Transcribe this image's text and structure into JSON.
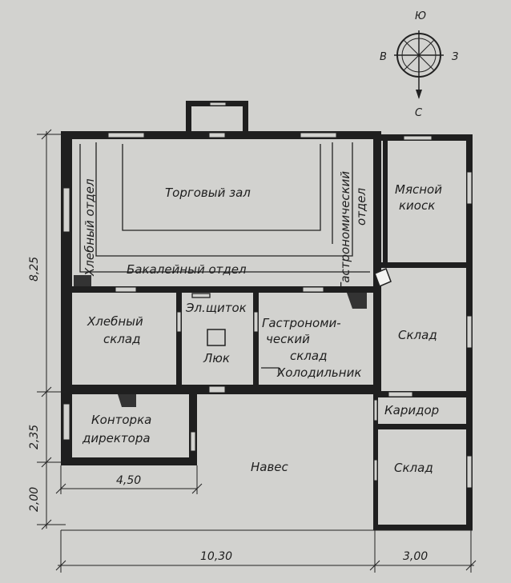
{
  "compass": {
    "north": "С",
    "south": "Ю",
    "west": "В",
    "east": "З"
  },
  "rooms": {
    "trading_hall": "Торговый зал",
    "bread_dept": "Хлебный отдел",
    "grocery_dept": "Бакалейный отдел",
    "gastro_dept_line1": "Гастрономический",
    "gastro_dept_line2": "отдел",
    "meat_kiosk_line1": "Мясной",
    "meat_kiosk_line2": "киоск",
    "bread_storage_line1": "Хлебный",
    "bread_storage_line2": "склад",
    "el_panel": "Эл.щиток",
    "hatch": "Люк",
    "gastro_storage_line1": "Гастрономи-",
    "gastro_storage_line2": "ческий",
    "gastro_storage_line3": "склад",
    "fridge": "Холодильник",
    "storage_upper": "Склад",
    "corridor": "Каридор",
    "director_line1": "Конторка",
    "director_line2": "директора",
    "canopy": "Навес",
    "storage_lower": "Склад"
  },
  "dimensions": {
    "total_width": "10,30",
    "annex_width": "3,00",
    "office_width": "4,50",
    "height_main": "8,25",
    "height_office": "2,35",
    "height_canopy": "2,00"
  }
}
